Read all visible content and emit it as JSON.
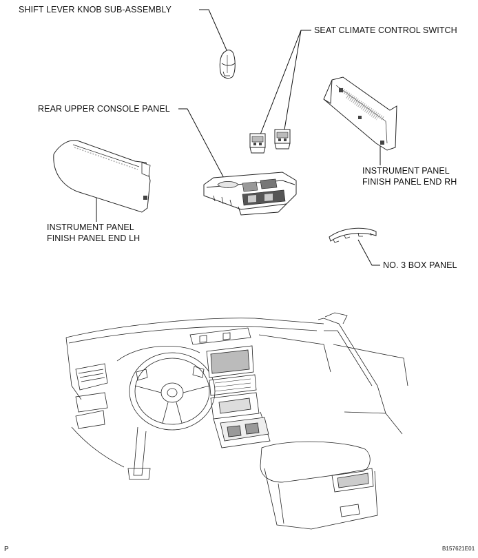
{
  "labels": {
    "shift_lever_knob": "SHIFT LEVER KNOB SUB-ASSEMBLY",
    "seat_climate_switch": "SEAT CLIMATE CONTROL SWITCH",
    "rear_upper_console": "REAR UPPER CONSOLE PANEL",
    "panel_end_rh_line1": "INSTRUMENT PANEL",
    "panel_end_rh_line2": "FINISH PANEL END RH",
    "panel_end_lh_line1": "INSTRUMENT PANEL",
    "panel_end_lh_line2": "FINISH PANEL END LH",
    "no3_box_panel": "NO. 3 BOX PANEL"
  },
  "corner_mark": "P",
  "figure_code": "B157621E01"
}
